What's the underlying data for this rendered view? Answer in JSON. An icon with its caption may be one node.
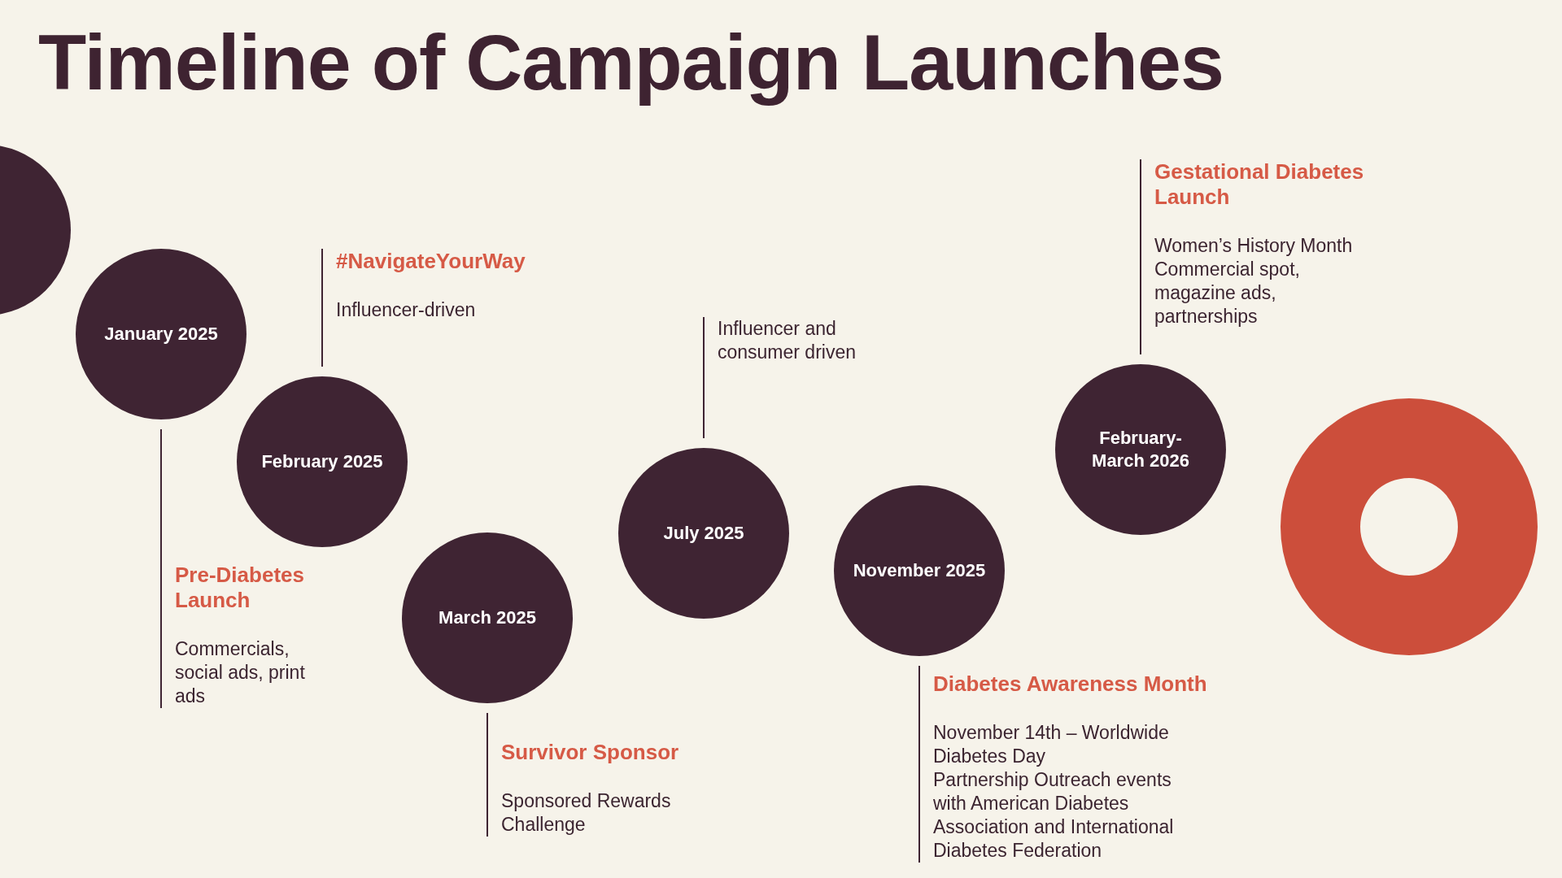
{
  "diagram": {
    "title": "Timeline of Campaign Launches",
    "nodes": [
      {
        "text": [],
        "shape": "circle"
      },
      {
        "text": [
          "January 2025"
        ]
      },
      {
        "text": [
          "Pre-Diabetes Launch",
          "Commercials, social ads, print ads"
        ]
      },
      {
        "text": [
          "February 2025"
        ]
      },
      {
        "text": [
          "#NavigateYourWay",
          "Influencer-driven"
        ]
      },
      {
        "text": [
          "March 2025"
        ]
      },
      {
        "text": [
          "Survivor Sponsor",
          "Sponsored Rewards Challenge"
        ]
      },
      {
        "text": [
          "July 2025"
        ]
      },
      {
        "text": [
          "Influencer and consumer driven"
        ]
      },
      {
        "text": [
          "November 2025"
        ]
      },
      {
        "text": [
          "Diabetes Awareness Month",
          "November 14th – Worldwide Diabetes Day",
          "Partnership Outreach events with American Diabetes Association and International Diabetes Federation"
        ]
      },
      {
        "text": [
          "February-March 2026"
        ]
      },
      {
        "text": [
          "Gestational Diabetes Launch",
          "Women’s History Month Commercial spot, magazine ads, partnerships"
        ]
      },
      {
        "text": [],
        "shape": "ring"
      }
    ],
    "edges": [
      {
        "from": 1,
        "to": 2,
        "arrow": "none"
      },
      {
        "from": 3,
        "to": 4,
        "arrow": "none"
      },
      {
        "from": 5,
        "to": 6,
        "arrow": "none"
      },
      {
        "from": 7,
        "to": 8,
        "arrow": "none"
      },
      {
        "from": 9,
        "to": 10,
        "arrow": "none"
      },
      {
        "from": 11,
        "to": 12,
        "arrow": "none"
      }
    ]
  }
}
